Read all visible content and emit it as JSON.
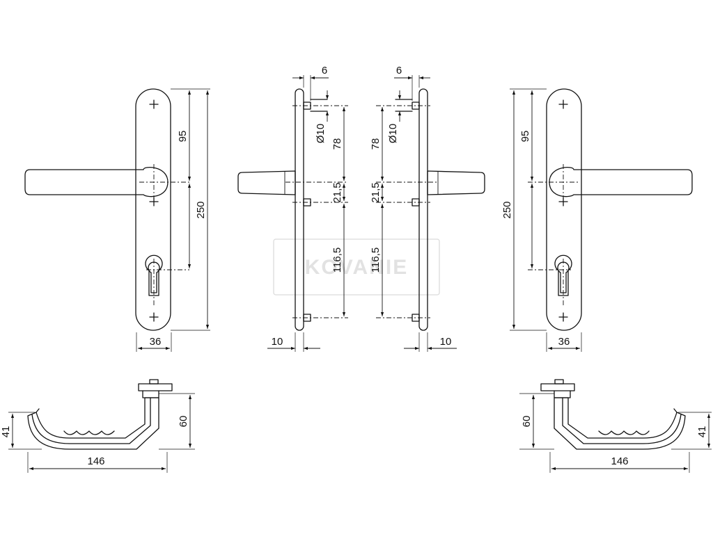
{
  "colors": {
    "line": "#111111",
    "background": "#ffffff",
    "watermark": "#e2e2e2"
  },
  "watermark": {
    "text": "KOVANIE"
  },
  "dimensions": {
    "front_left": {
      "pitch_top": "95",
      "height": "250",
      "width": "36"
    },
    "side_left": {
      "offset": "6",
      "pin_dia": "Ø10",
      "to_handle": "78",
      "handle_to_pin": "21,5",
      "pin_to_bottom": "116,5",
      "thickness": "10"
    },
    "side_right": {
      "offset": "6",
      "pin_dia": "Ø10",
      "to_handle": "78",
      "handle_to_pin": "21,5",
      "pin_to_bottom": "116,5",
      "thickness": "10"
    },
    "front_right": {
      "pitch_top": "95",
      "height": "250",
      "width": "36"
    },
    "handle_left": {
      "depth": "60",
      "grip_height": "41",
      "length": "146"
    },
    "handle_right": {
      "depth": "60",
      "grip_height": "41",
      "length": "146"
    }
  }
}
